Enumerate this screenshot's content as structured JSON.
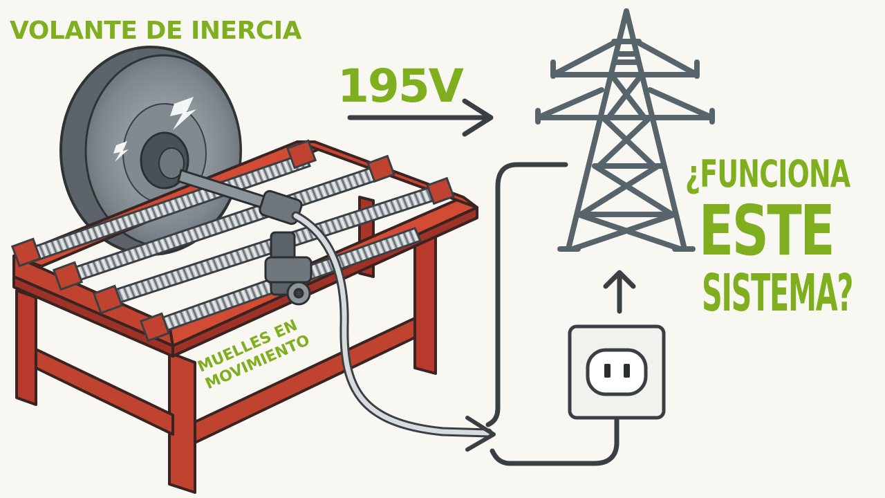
{
  "labels": {
    "flywheel": "VOLANTE DE INERCIA",
    "voltage": "195V",
    "springs_line1": "MUELLES EN",
    "springs_line2": "MOVIMIENTO",
    "question_line1": "¿FUNCIONA",
    "question_line2": "ESTE",
    "question_line3": "SISTEMA?"
  },
  "icons": [
    "flywheel-machine",
    "transmission-tower-icon",
    "wall-socket-icon",
    "arrow-right-icon",
    "arrow-up-icon"
  ],
  "colors": {
    "accent_green": "#7fae1f",
    "frame_red": "#c0392b",
    "outline_dark": "#3a3f44",
    "tower_gray": "#58646c",
    "background": "#f8f7f1"
  }
}
